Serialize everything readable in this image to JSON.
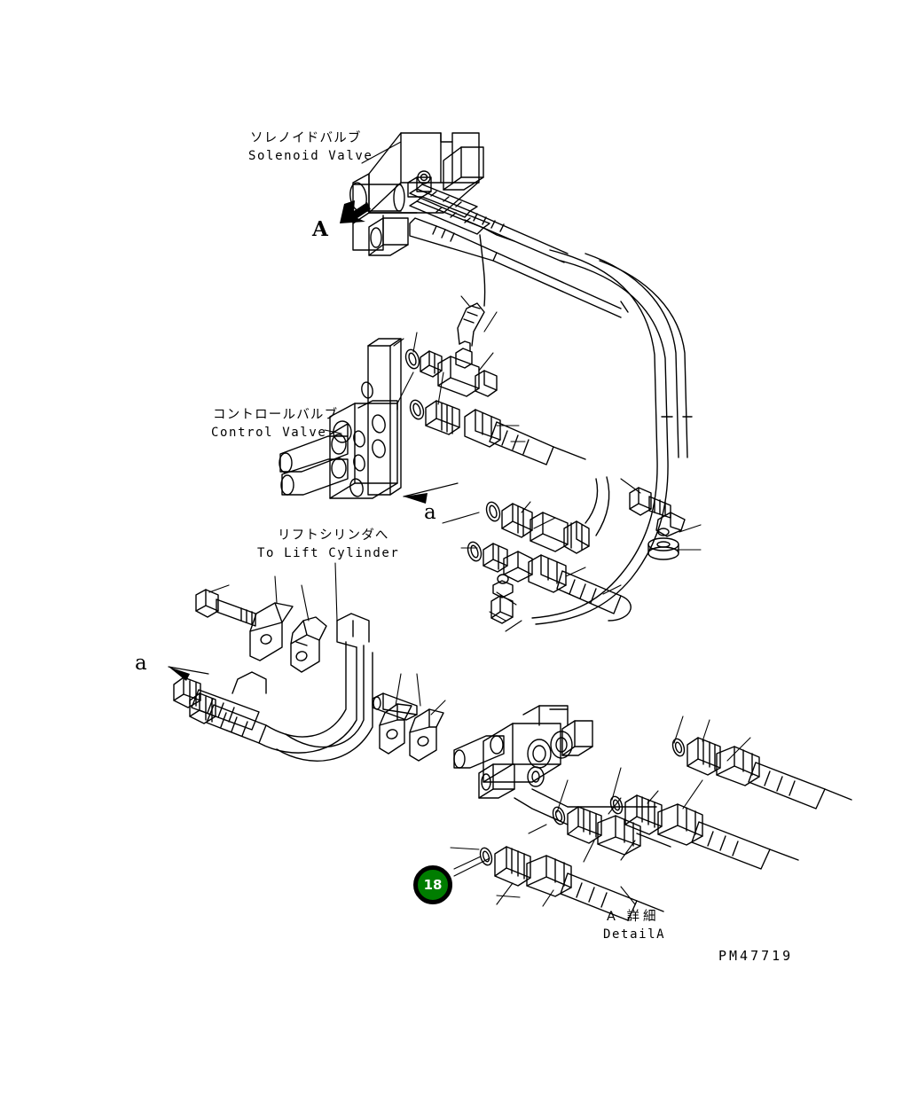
{
  "drawing": {
    "number": "PM47719",
    "sheet_type": "hydraulic piping parts diagram",
    "line_color": "#000000",
    "background_color": "#ffffff"
  },
  "callouts": {
    "solenoid_valve": {
      "jp": "ソレノイドバルブ",
      "en": "Solenoid Valve"
    },
    "control_valve": {
      "jp": "コントロールバルブ",
      "en": "Control Valve"
    },
    "to_lift_cylinder": {
      "jp": "リフトシリンダへ",
      "en": "To Lift Cylinder"
    },
    "detail_a": {
      "jp": "A 詳細",
      "en": "DetailA"
    }
  },
  "section_marks": {
    "upper_a": "A",
    "lower_a_left": "a",
    "mid_a": "a"
  },
  "badges": [
    {
      "number": "18",
      "fill_color": "#007d00",
      "ring_color": "#000000",
      "text_color": "#ffffff"
    }
  ]
}
